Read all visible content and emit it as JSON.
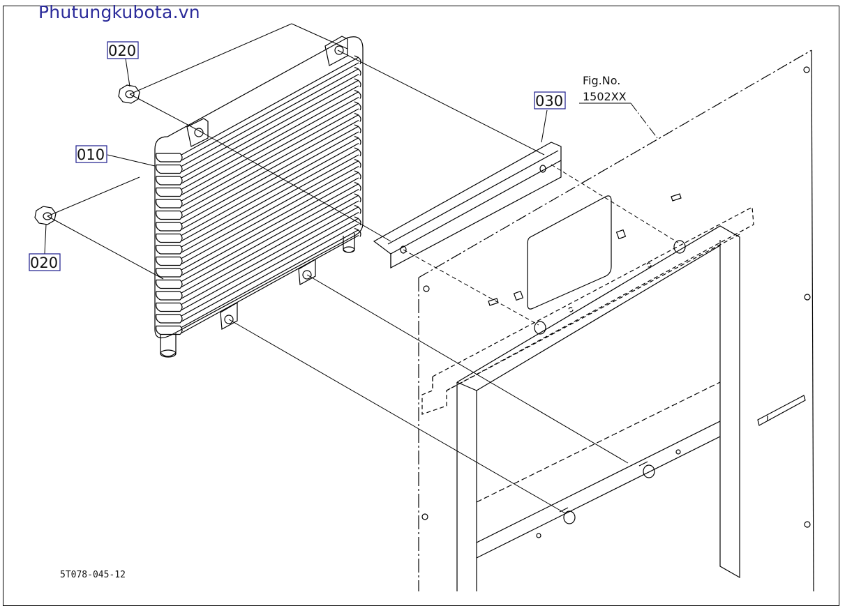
{
  "watermark": "Phutungkubota.vn",
  "callouts": {
    "part_010": "010",
    "part_020_top": "020",
    "part_020_bottom": "020",
    "part_030": "030"
  },
  "reference": {
    "fig_label": "Fig.No.",
    "fig_number": "1502XX"
  },
  "drawing_code": "5T078-045-12",
  "colors": {
    "line": "#000000",
    "callout_box": "#1a1a8c",
    "watermark": "#2b2b9a"
  }
}
